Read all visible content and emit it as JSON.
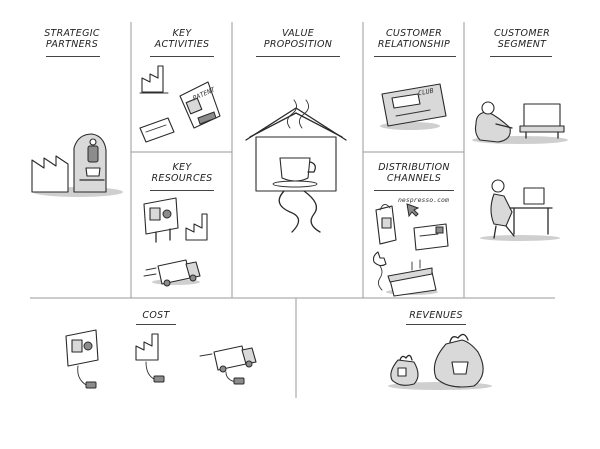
{
  "canvas_title": "",
  "blocks": {
    "strategic_partners": {
      "line1": "STRATEGIC",
      "line2": "PARTNERS"
    },
    "key_activities": {
      "line1": "KEY",
      "line2": "ACTIVITIES"
    },
    "key_resources": {
      "line1": "KEY",
      "line2": "RESOURCES"
    },
    "value_proposition": {
      "line1": "VALUE",
      "line2": "PROPOSITION"
    },
    "customer_relationship": {
      "line1": "CUSTOMER",
      "line2": "RELATIONSHIP"
    },
    "distribution_channels": {
      "line1": "DISTRIBUTION",
      "line2": "CHANNELS"
    },
    "customer_segment": {
      "line1": "CUSTOMER",
      "line2": "SEGMENT"
    },
    "cost": {
      "line1": "COST"
    },
    "revenues": {
      "line1": "REVENUES"
    }
  },
  "sketch_text": {
    "patent": "PATENT",
    "club_card": "CLUB",
    "website": "nespresso.com"
  },
  "icons": [
    "coffee-machine-factory-icon",
    "factory-icon",
    "patent-document-icon",
    "club-card-icon",
    "billboard-icon",
    "delivery-truck-icon",
    "house-coffee-cup-icon",
    "store-icon",
    "phone-icon",
    "mail-envelope-icon",
    "tv-couch-person-icon",
    "desk-computer-person-icon",
    "money-bag-icon"
  ],
  "colors": {
    "ink": "#2a2a2a",
    "grid": "#9a9a9a",
    "shade": "#d9d9d9"
  }
}
